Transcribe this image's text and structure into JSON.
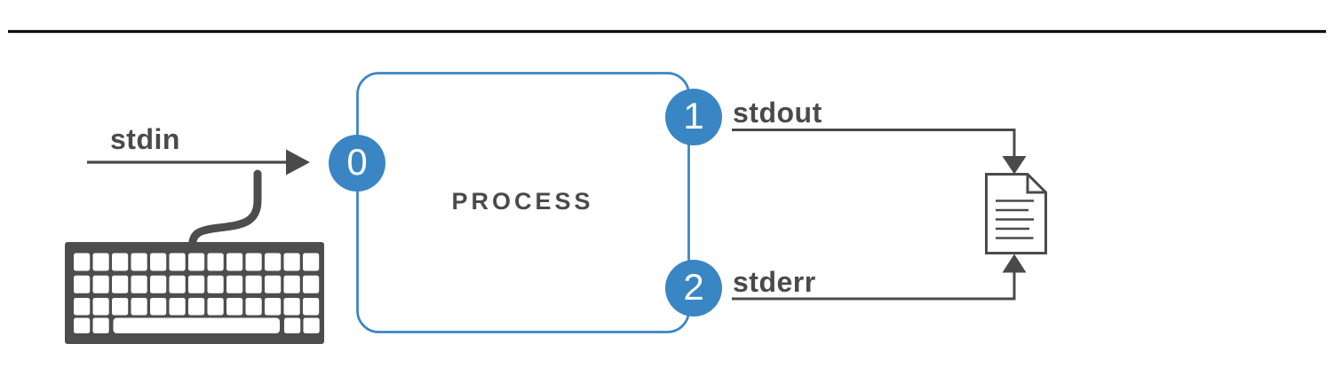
{
  "diagram": {
    "process": {
      "label": "PROCESS"
    },
    "streams": {
      "stdin": {
        "fd": "0",
        "label": "stdin",
        "source": "keyboard-icon"
      },
      "stdout": {
        "fd": "1",
        "label": "stdout",
        "target": "file-icon"
      },
      "stderr": {
        "fd": "2",
        "label": "stderr",
        "target": "file-icon"
      }
    },
    "icons": [
      "keyboard-icon",
      "file-icon"
    ],
    "colors": {
      "accent_blue": "#3a86c4",
      "dark_gray": "#4a4a4b",
      "keyboard_gray": "#4d4d4e",
      "top_rule_black": "#0e0e0e",
      "background": "#ffffff"
    }
  }
}
